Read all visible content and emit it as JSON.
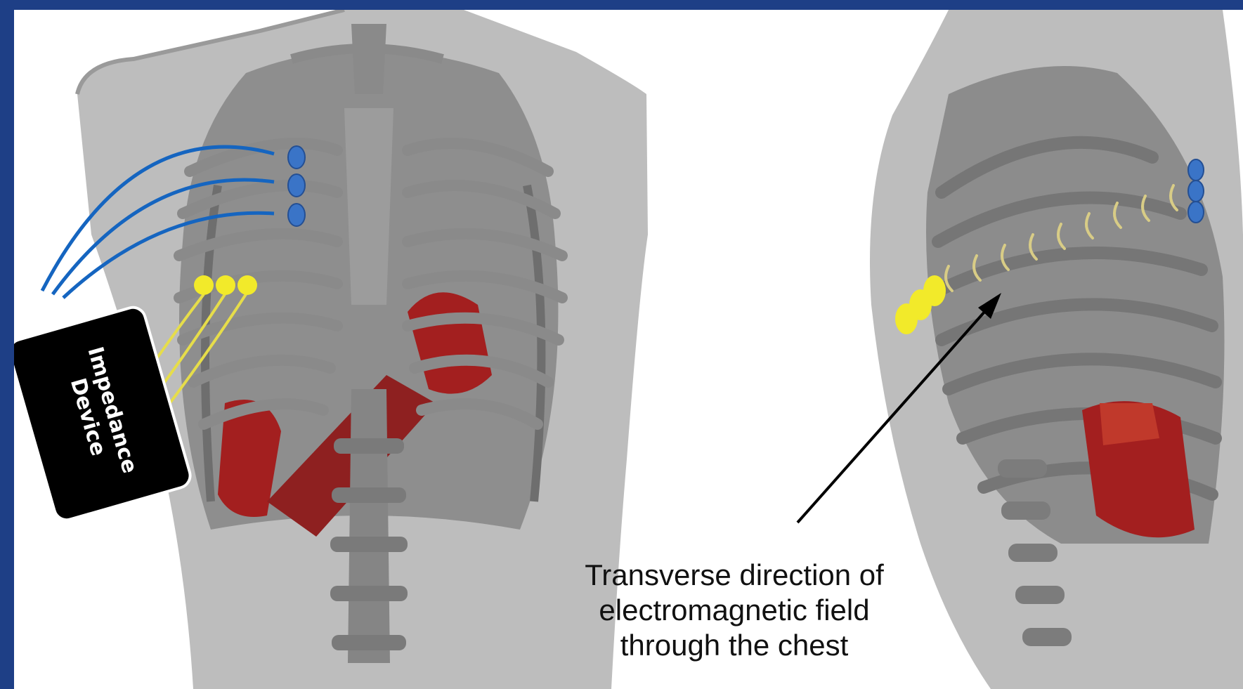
{
  "annotations": {
    "device_label_lines": [
      "Impedance",
      "Device"
    ],
    "caption_lines": [
      "Transverse direction of",
      "electromagnetic field",
      "through the chest"
    ]
  },
  "colors": {
    "background_frame": "#1e3f86",
    "torso": "#b7b7b7",
    "bone": "#7d7d7d",
    "organ_red": "#a31f1f",
    "electrode_blue": "#3a74c7",
    "lead_blue": "#1565c0",
    "electrode_yellow": "#f2ea2a",
    "lead_yellow": "#e6dd4a",
    "field_arc": "#d8cc86",
    "arrow": "#000000"
  }
}
